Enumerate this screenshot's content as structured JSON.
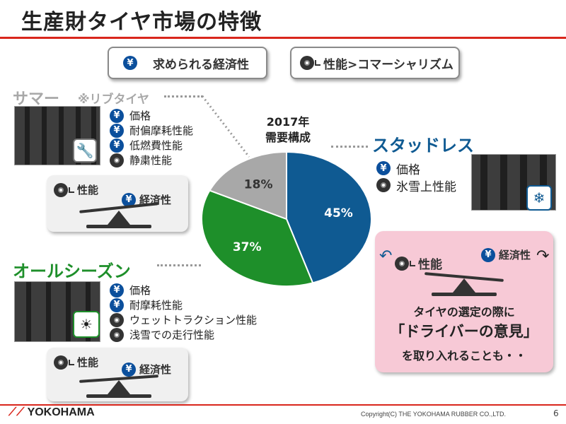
{
  "title": "生産財タイヤ市場の特徴",
  "pills": {
    "economy": "求められる経済性",
    "performance": "性能>コマーシャリズム"
  },
  "summer": {
    "heading": "サマー",
    "sub": "※リブタイヤ",
    "items": [
      "価格",
      "耐偏摩耗性能",
      "低燃費性能",
      "静粛性能"
    ],
    "scale": {
      "left": "性能",
      "right": "経済性"
    }
  },
  "allseason": {
    "heading": "オールシーズン",
    "items": [
      "価格",
      "耐摩耗性能",
      "ウェットトラクション性能",
      "浅雪での走行性能"
    ],
    "scale": {
      "left": "性能",
      "right": "経済性"
    }
  },
  "studless": {
    "heading": "スタッドレス",
    "items": [
      "価格",
      "氷雪上性能"
    ]
  },
  "pie": {
    "title_line1": "2017年",
    "title_line2": "需要構成"
  },
  "chart_data": {
    "type": "pie",
    "title": "2017年 需要構成",
    "categories": [
      "スタッドレス",
      "オールシーズン",
      "サマー"
    ],
    "values": [
      45,
      37,
      18
    ],
    "labels": [
      "45%",
      "37%",
      "18%"
    ],
    "colors": [
      "#0f5a92",
      "#1e8f2a",
      "#a8a8a8"
    ]
  },
  "pink": {
    "scale_left": "性能",
    "scale_right": "経済性",
    "line1": "タイヤの選定の際に",
    "line2": "「ドライバーの意見」",
    "line3": "を取り入れることも・・"
  },
  "footer": {
    "logo": "YOKOHAMA",
    "copyright": "Copyright(C) THE YOKOHAMA RUBBER CO.,LTD.",
    "page": "6"
  },
  "colors": {
    "accent_red": "#d9261c",
    "summer_gray": "#a8a8a8",
    "allseason_green": "#1e8f2a",
    "studless_blue": "#0f5a92",
    "yen_blue": "#0b4f9c"
  }
}
